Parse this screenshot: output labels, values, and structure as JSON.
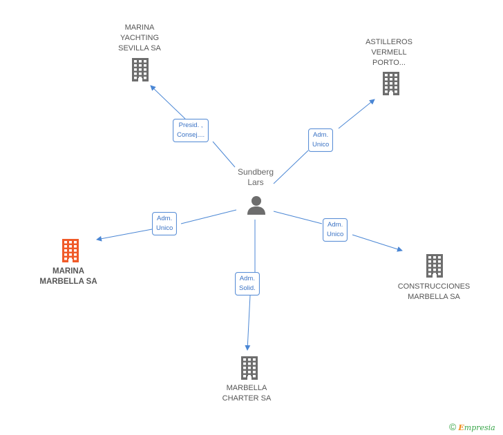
{
  "colors": {
    "edge": "#4a86d4",
    "building_default": "#6d6d6d",
    "building_focus": "#f05a28",
    "person": "#6d6d6d",
    "label_border": "#5b8fd6"
  },
  "center": {
    "name_lines": [
      "Sundberg",
      "Lars"
    ],
    "icon": "person-icon"
  },
  "companies": [
    {
      "id": "marina-yachting",
      "lines": [
        "MARINA",
        "YACHTING",
        "SEVILLA SA"
      ],
      "icon": "building-icon",
      "focus": false
    },
    {
      "id": "astilleros",
      "lines": [
        "ASTILLEROS",
        "VERMELL",
        "PORTO..."
      ],
      "icon": "building-icon",
      "focus": false
    },
    {
      "id": "marina-marbella",
      "lines": [
        "MARINA",
        "MARBELLA SA"
      ],
      "icon": "building-icon",
      "focus": true
    },
    {
      "id": "construcciones",
      "lines": [
        "CONSTRUCCIONES",
        "MARBELLA SA"
      ],
      "icon": "building-icon",
      "focus": false
    },
    {
      "id": "marbella-charter",
      "lines": [
        "MARBELLA",
        "CHARTER SA"
      ],
      "icon": "building-icon",
      "focus": false
    }
  ],
  "relations": [
    {
      "to": "marina-yachting",
      "lines": [
        "Presid. ,",
        "Consej...."
      ]
    },
    {
      "to": "astilleros",
      "lines": [
        "Adm.",
        "Unico"
      ]
    },
    {
      "to": "marina-marbella",
      "lines": [
        "Adm.",
        "Unico"
      ]
    },
    {
      "to": "construcciones",
      "lines": [
        "Adm.",
        "Unico"
      ]
    },
    {
      "to": "marbella-charter",
      "lines": [
        "Adm.",
        "Solid."
      ]
    }
  ],
  "footer": {
    "copyright": "©",
    "brand_first": "E",
    "brand_rest": "mpresia"
  }
}
